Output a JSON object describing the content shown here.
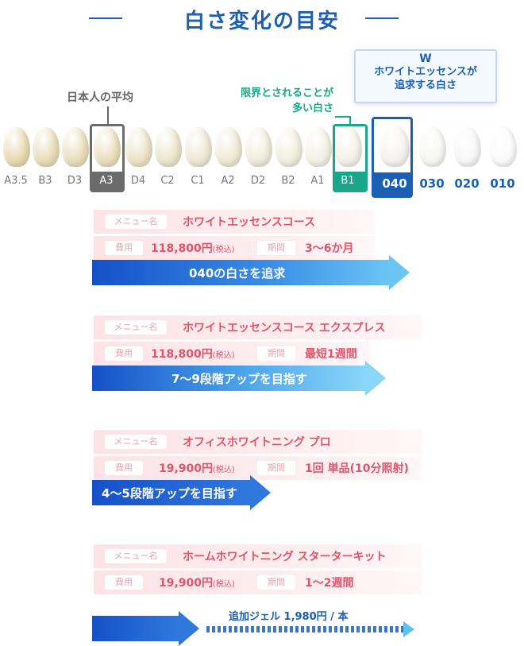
{
  "title": "白さ変化の目安",
  "callouts": {
    "average": "日本人の平均",
    "limit_line1": "限界とされることが",
    "limit_line2": "多い白さ",
    "brand_logo": "W",
    "goal_line1": "ホワイトエッセンスが",
    "goal_line2": "追求する白さ"
  },
  "teeth": [
    {
      "label": "A3.5",
      "color": "#e6dab0"
    },
    {
      "label": "B3",
      "color": "#e8ddb6"
    },
    {
      "label": "D3",
      "color": "#e9dfbc"
    },
    {
      "label": "A3",
      "color": "#eadfbd"
    },
    {
      "label": "D4",
      "color": "#ece3c6"
    },
    {
      "label": "C2",
      "color": "#ece5cc"
    },
    {
      "label": "C1",
      "color": "#eee8d4"
    },
    {
      "label": "A2",
      "color": "#efe9d6"
    },
    {
      "label": "D2",
      "color": "#f0ecdc"
    },
    {
      "label": "B2",
      "color": "#f1eede"
    },
    {
      "label": "A1",
      "color": "#f3f0e4"
    },
    {
      "label": "B1",
      "color": "#f4f1e8"
    },
    {
      "label": "040",
      "color": "#f5f3ee"
    },
    {
      "label": "030",
      "color": "#f6f6f3"
    },
    {
      "label": "020",
      "color": "#f7f7f7"
    },
    {
      "label": "010",
      "color": "#fafafa"
    }
  ],
  "menus": [
    {
      "menu_tag": "メニュー名",
      "name": "ホワイトエッセンスコース",
      "fee_tag": "費用",
      "fee": "118,800円",
      "tax": "(税込)",
      "period_tag": "期間",
      "period": "3〜6か月",
      "arrow": "040の白さを追求"
    },
    {
      "menu_tag": "メニュー名",
      "name": "ホワイトエッセンスコース エクスプレス",
      "fee_tag": "費用",
      "fee": "118,800円",
      "tax": "(税込)",
      "period_tag": "期間",
      "period": "最短1週間",
      "arrow": "7〜9段階アップを目指す"
    },
    {
      "menu_tag": "メニュー名",
      "name": "オフィスホワイトニング プロ",
      "fee_tag": "費用",
      "fee": "19,900円",
      "tax": "(税込)",
      "period_tag": "期間",
      "period": "1回 単品(10分照射)",
      "arrow": "4〜5段階アップを目指す"
    },
    {
      "menu_tag": "メニュー名",
      "name": "ホームホワイトニング スターターキット",
      "fee_tag": "費用",
      "fee": "19,900円",
      "tax": "(税込)",
      "period_tag": "期間",
      "period": "1〜2週間",
      "arrow": "",
      "extra": "追加ジェル 1,980円 / 本"
    }
  ],
  "colors": {
    "brand_blue": "#1a5fb4",
    "teal": "#1aa68a",
    "pink_text": "#e0546b",
    "gray": "#777777"
  }
}
